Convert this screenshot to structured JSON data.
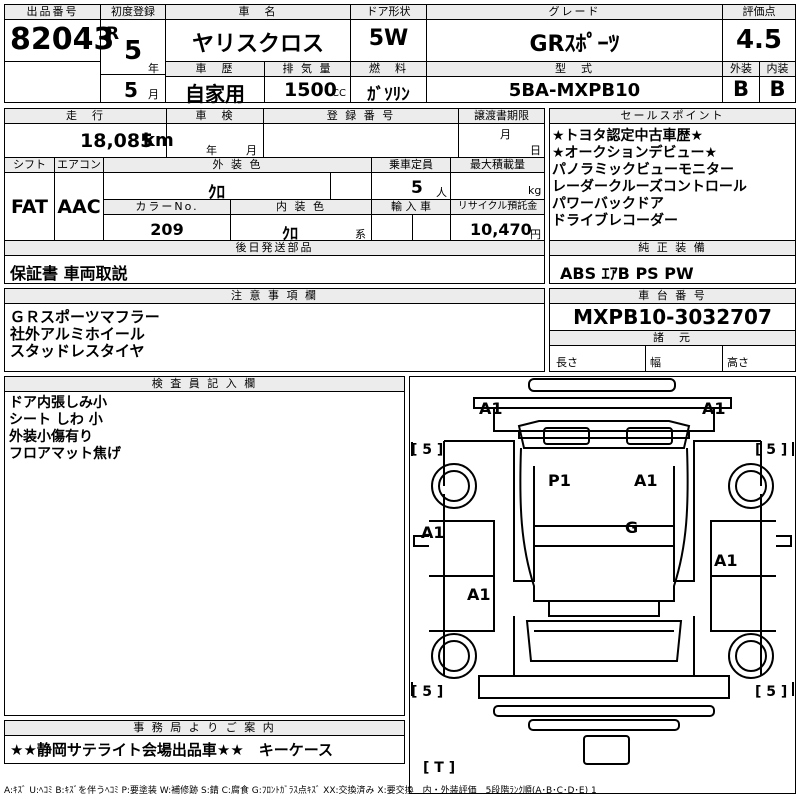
{
  "header": {
    "lot_label": "出品番号",
    "lot": "82043",
    "reg_label": "初度登録",
    "era": "R",
    "year": "5",
    "year_unit": "年",
    "month": "5",
    "month_unit": "月",
    "name_label": "車　名",
    "name": "ヤリスクロス",
    "history_label": "車　歴",
    "history": "自家用",
    "disp_label": "排 気 量",
    "disp": "1500",
    "disp_unit": "CC",
    "door_label": "ドア形状",
    "door": "5W",
    "fuel_label": "燃　料",
    "fuel": "ｶﾞｿﾘﾝ",
    "grade_label": "グレード",
    "grade": "GRｽﾎﾟｰﾂ",
    "model_label": "型　式",
    "model": "5BA-MXPB10",
    "score_label": "評価点",
    "score": "4.5",
    "ext_label": "外装",
    "ext": "B",
    "int_label": "内装",
    "int": "B"
  },
  "spec": {
    "mileage_label": "走　行",
    "mileage": "18,085",
    "mileage_unit": "km",
    "inspect_label": "車　検",
    "year_unit": "年",
    "month_unit": "月",
    "plate_label": "登 録 番 号",
    "transfer_label": "譲渡書期限",
    "day_unit": "日",
    "shift_label": "シフト",
    "shift": "FAT",
    "ac_label": "エアコン",
    "ac": "AAC",
    "color_label": "外 装 色",
    "color": "ｸﾛ",
    "capacity_label": "乗車定員",
    "capacity": "5",
    "capacity_unit": "人",
    "load_label": "最大積載量",
    "load_unit": "kg",
    "color_no_label": "カラーNo.",
    "color_no": "209",
    "interior_label": "内 装 色",
    "interior": "ｸﾛ",
    "interior_unit": "系",
    "import_label": "輸 入 車",
    "recycle_label": "リサイクル預託金",
    "recycle": "10,470",
    "recycle_unit": "円",
    "later_label": "後日発送部品",
    "later": "保証書 車両取説"
  },
  "sales": {
    "label": "セールスポイント",
    "items": [
      "★トヨタ認定中古車歴★",
      "★オークションデビュー★",
      "パノラミックビューモニター",
      "レーダークルーズコントロール",
      "パワーバックドア",
      "ドライブレコーダー"
    ],
    "equip_label": "純 正 装 備",
    "equip": "ABS ｴｱB PS PW"
  },
  "caution": {
    "label": "注 意 事 項 欄",
    "items": [
      "ＧＲスポーツマフラー",
      "社外アルミホイール",
      "スタッドレスタイヤ"
    ]
  },
  "chassis": {
    "label": "車 台 番 号",
    "number": "MXPB10-3032707",
    "dims_label": "諸　元",
    "length": "長さ",
    "width": "幅",
    "height": "高さ"
  },
  "inspector": {
    "label": "検 査 員 記 入 欄",
    "items": [
      "ドア内張しみ小",
      "シート しわ 小",
      "外装小傷有り",
      "フロアマット焦げ"
    ]
  },
  "diagram": {
    "marks": [
      "A1",
      "A1",
      "P1",
      "A1",
      "G",
      "A1",
      "A1",
      "A1"
    ],
    "tire_marks": [
      "[ 5 ]",
      "[ 5 ]",
      "[ 5 ]",
      "[ 5 ]"
    ],
    "spare": "[ T ]"
  },
  "office": {
    "label": "事 務 局 よ り ご 案 内",
    "note": "★★静岡サテライト会場出品車★★　キーケース"
  },
  "legend": "A:ｷｽﾞ U:ﾍｺﾐ B:ｷｽﾞを伴うﾍｺﾐ P:要塗装 W:補修跡 S:錆 C:腐食 G:ﾌﾛﾝﾄｶﾞﾗｽ点ｷｽﾞ XX:交換済み X:要交換　内・外装評価　5段階ﾗﾝｸ順(A･B･C･D･E) 1"
}
